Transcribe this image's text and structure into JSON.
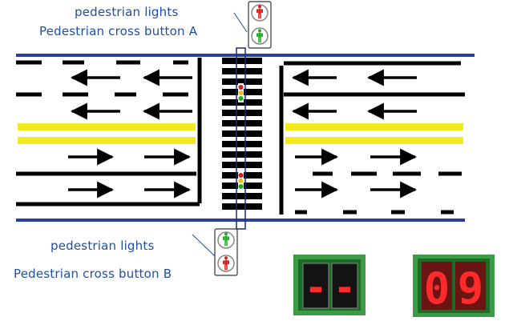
{
  "labels": {
    "top_line1": "pedestrian lights",
    "top_line2": "Pedestrian cross button A",
    "bottom_line1": "pedestrian lights",
    "bottom_line2": "Pedestrian cross button B"
  },
  "displays": {
    "left": {
      "digits": [
        "-",
        "-"
      ],
      "color": "#ff2a2a",
      "background": "#3c9c46"
    },
    "right": {
      "digits": [
        "0",
        "9"
      ],
      "color": "#ff2a2a",
      "background": "#3c9c46"
    }
  },
  "colors": {
    "road_edge": "#2a3fa0",
    "lane_mark": "#000000",
    "center_line": "#f2ea1c",
    "signal_red": "#e01818",
    "signal_green": "#22aa22"
  },
  "icons": [
    "red-pedestrian-icon",
    "green-pedestrian-icon",
    "arrow-left-icon",
    "arrow-right-icon"
  ]
}
